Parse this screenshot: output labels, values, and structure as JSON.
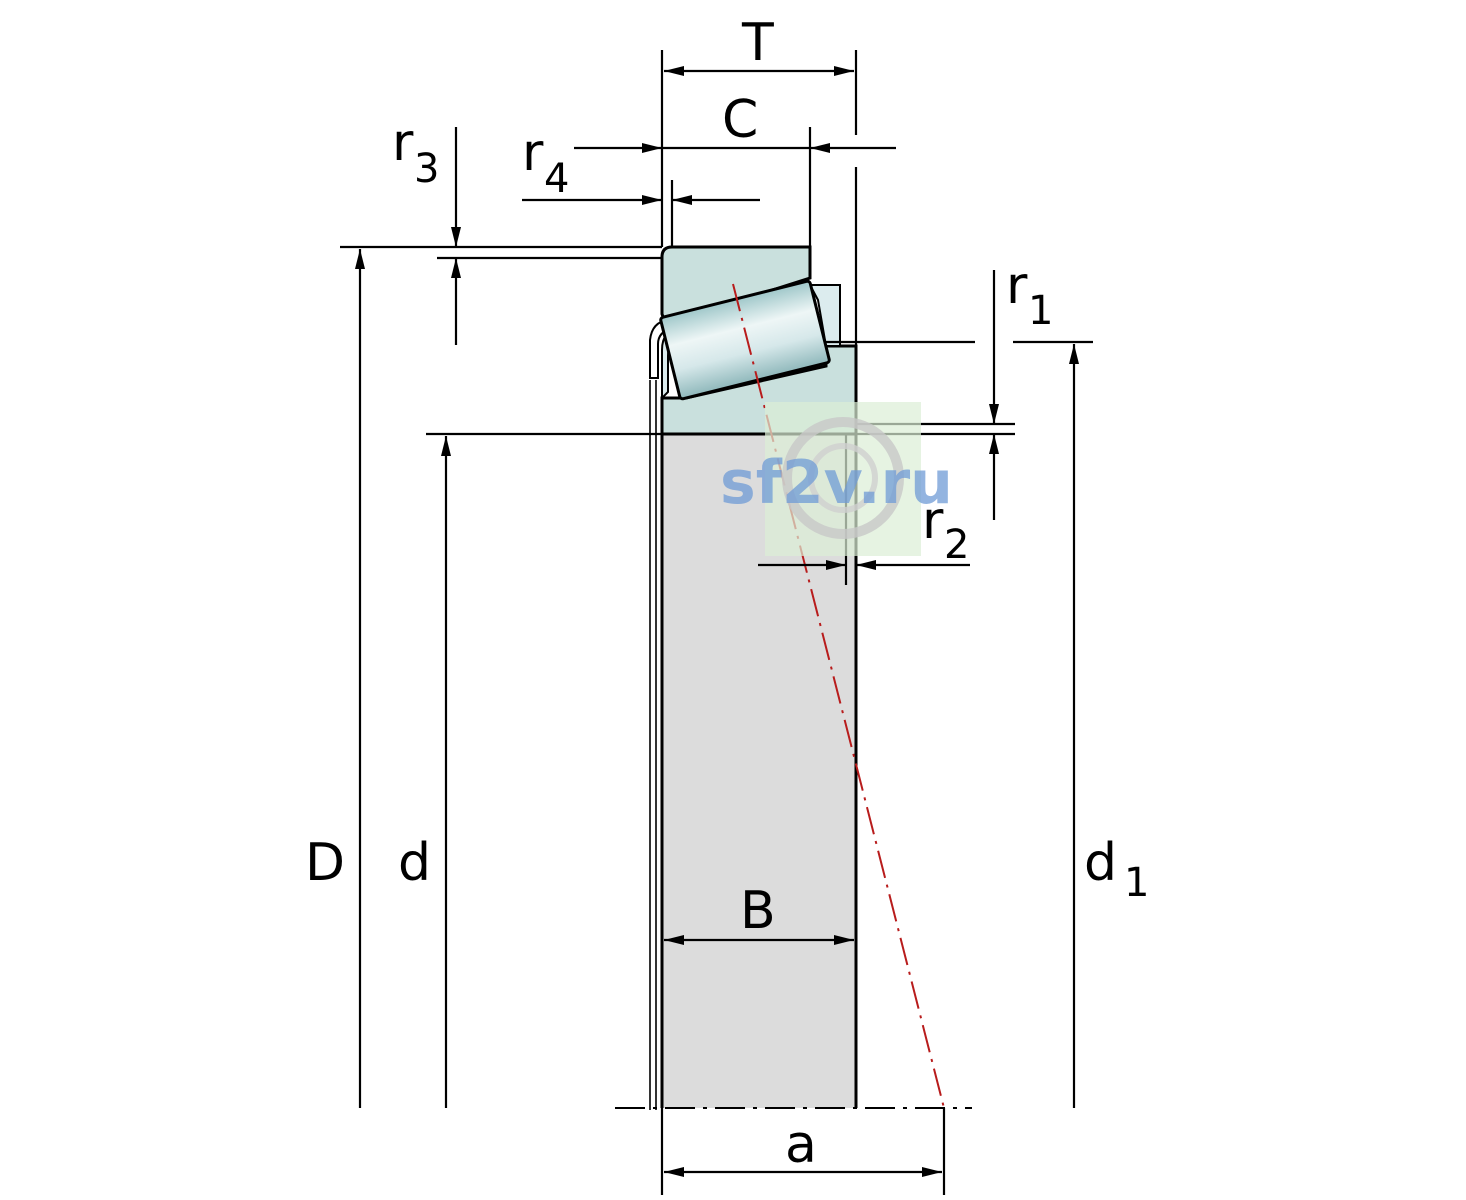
{
  "diagram": {
    "labels": {
      "T": "T",
      "C": "C",
      "r3": "r",
      "r3_sub": "3",
      "r4": "r",
      "r4_sub": "4",
      "r1": "r",
      "r1_sub": "1",
      "r2": "r",
      "r2_sub": "2",
      "D": "D",
      "d": "d",
      "d1": "d",
      "d1_sub": "1",
      "B": "B",
      "a": "a"
    },
    "colors": {
      "ring": "#c9e0dd",
      "roller": "#dcecee",
      "bore": "#dcdcdc",
      "axis": "#b81c1c",
      "watermark": "#6f9bd6",
      "watermark_bg": "#dceed6"
    }
  },
  "watermark": {
    "text": "sf2v.ru"
  }
}
